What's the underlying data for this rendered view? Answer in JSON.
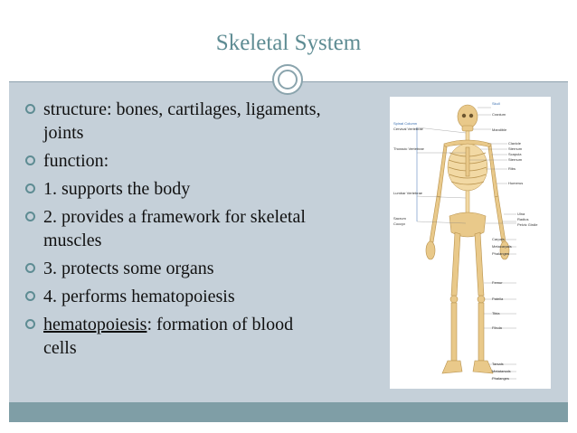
{
  "title": "Skeletal System",
  "bullets": [
    {
      "text": "structure: bones, cartilages, ligaments, joints"
    },
    {
      "text": "function:"
    },
    {
      "text": "1. supports the body"
    },
    {
      "text": "2. provides a framework for skeletal muscles"
    },
    {
      "text": "3. protects some organs"
    },
    {
      "text": "4. performs hematopoiesis"
    },
    {
      "term": "hematopoiesis",
      "rest": ": formation of blood cells"
    }
  ],
  "figure": {
    "labels_right": [
      "Skull",
      "Cranium",
      "Mandible",
      "Clavicle",
      "Sternum",
      "Scapula",
      "Sternum",
      "Ribs",
      "Humerus",
      "Ulna",
      "Radius",
      "Pelvic Girdle",
      "Carpals",
      "Metacarpals",
      "Phalanges",
      "Femur",
      "Patella",
      "Tibia",
      "Fibula",
      "Tarsals",
      "Metatarsals",
      "Phalanges"
    ],
    "labels_left": [
      "Spinal Column",
      "Cervical Vertebrae",
      "Thoracic Vertebrae",
      "Lumbar Vertebrae",
      "Sacrum",
      "Coccyx"
    ]
  },
  "colors": {
    "accent": "#5e8c93",
    "background": "#c5d0d9",
    "bar": "#7f9ea6"
  }
}
